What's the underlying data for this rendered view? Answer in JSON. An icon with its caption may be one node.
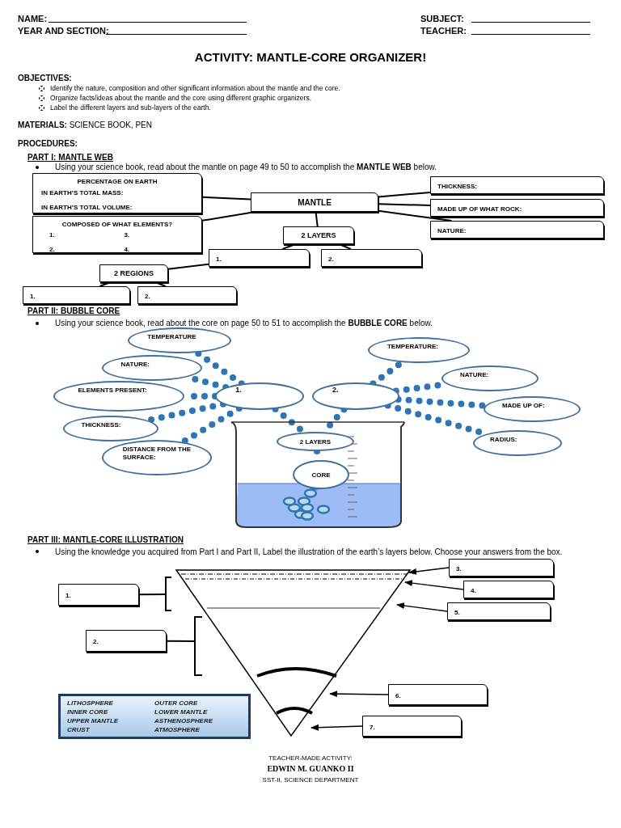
{
  "diagram": {
    "title": "ACTIVITY: MANTLE-CORE ORGANIZER!",
    "nodes": [
      {
        "text": [
          "PERCENTAGE ON EARTH",
          "IN EARTH’S TOTAL MASS:",
          "IN EARTH’S TOTAL VOLUME:"
        ]
      },
      {
        "text": [
          "COMPOSED OF WHAT ELEMENTS?",
          "1.",
          "3.",
          "2.",
          "4."
        ]
      },
      {
        "text": [
          "MANTLE"
        ]
      },
      {
        "text": [
          "THICKNESS:"
        ]
      },
      {
        "text": [
          "MADE UP OF WHAT ROCK:"
        ]
      },
      {
        "text": [
          "NATURE:"
        ]
      },
      {
        "text": [
          "2 LAYERS"
        ]
      },
      {
        "text": [
          "1."
        ]
      },
      {
        "text": [
          "2."
        ]
      },
      {
        "text": [
          "2 REGIONS"
        ]
      },
      {
        "text": [
          "1."
        ]
      },
      {
        "text": [
          "2."
        ]
      },
      {
        "text": [
          "TEMPERATURE"
        ]
      },
      {
        "text": [
          "NATURE:"
        ]
      },
      {
        "text": [
          "ELEMENTS PRESENT:"
        ]
      },
      {
        "text": [
          "THICKNESS:"
        ]
      },
      {
        "text": [
          "DISTANCE FROM THE SURFACE:"
        ]
      },
      {
        "text": [
          "1."
        ]
      },
      {
        "text": [
          "2."
        ]
      },
      {
        "text": [
          "TEMPERATURE:"
        ]
      },
      {
        "text": [
          "NATURE:"
        ]
      },
      {
        "text": [
          "MADE UP OF:"
        ]
      },
      {
        "text": [
          "RADIUS:"
        ]
      },
      {
        "text": [],
        "shape": "picture"
      },
      {
        "text": [
          "2 LAYERS"
        ],
        "in": 23
      },
      {
        "text": [
          "CORE"
        ],
        "in": 23
      },
      {
        "text": [
          "3."
        ]
      },
      {
        "text": [
          "1."
        ]
      },
      {
        "text": [
          "4."
        ]
      },
      {
        "text": [
          "5."
        ]
      },
      {
        "text": [
          "2."
        ]
      },
      {
        "text": [
          "6."
        ]
      },
      {
        "text": [
          "LITHOSPHERE",
          "OUTER CORE",
          "INNER CORE",
          "LOWER MANTLE",
          "UPPER MANTLE",
          "ASTHENOSPHERE",
          "CRUST",
          "ATMOSPHERE"
        ]
      },
      {
        "text": [
          "7."
        ]
      },
      {
        "text": [],
        "shape": "picture"
      }
    ],
    "edges": [
      {
        "from": 0,
        "to": 2,
        "arrow": "none"
      },
      {
        "from": 1,
        "to": 2,
        "arrow": "none"
      },
      {
        "from": 2,
        "to": 3,
        "arrow": "none"
      },
      {
        "from": 2,
        "to": 4,
        "arrow": "none"
      },
      {
        "from": 2,
        "to": 5,
        "arrow": "none"
      },
      {
        "from": 2,
        "to": 6,
        "arrow": "none"
      },
      {
        "from": 6,
        "to": 7,
        "arrow": "none"
      },
      {
        "from": 6,
        "to": 8,
        "arrow": "none"
      },
      {
        "from": 7,
        "to": 9,
        "arrow": "none"
      },
      {
        "from": 9,
        "to": 10,
        "arrow": "none"
      },
      {
        "from": 9,
        "to": 11,
        "arrow": "none"
      },
      {
        "from": 17,
        "to": 12,
        "arrow": "none",
        "style": "dashed",
        "color": "#2e75b6"
      },
      {
        "from": 17,
        "to": 13,
        "arrow": "none",
        "style": "dashed",
        "color": "#2e75b6"
      },
      {
        "from": 17,
        "to": 14,
        "arrow": "none",
        "style": "dashed",
        "color": "#2e75b6"
      },
      {
        "from": 17,
        "to": 15,
        "arrow": "none",
        "style": "dashed",
        "color": "#2e75b6"
      },
      {
        "from": 17,
        "to": 16,
        "arrow": "none",
        "style": "dashed",
        "color": "#2e75b6"
      },
      {
        "from": 18,
        "to": 19,
        "arrow": "none",
        "style": "dashed",
        "color": "#2e75b6"
      },
      {
        "from": 18,
        "to": 20,
        "arrow": "none",
        "style": "dashed",
        "color": "#2e75b6"
      },
      {
        "from": 18,
        "to": 21,
        "arrow": "none",
        "style": "dashed",
        "color": "#2e75b6"
      },
      {
        "from": 18,
        "to": 22,
        "arrow": "none",
        "style": "dashed",
        "color": "#2e75b6"
      },
      {
        "from": 17,
        "to": 24,
        "arrow": "none",
        "style": "dashed",
        "color": "#2e75b6"
      },
      {
        "from": 18,
        "to": 24,
        "arrow": "none",
        "style": "dashed",
        "color": "#2e75b6"
      },
      {
        "from": 24,
        "to": 25,
        "arrow": "none",
        "style": "dashed",
        "color": "#2e75b6"
      },
      {
        "from": 26,
        "to": 34,
        "arrow": "to"
      },
      {
        "from": 28,
        "to": 34,
        "arrow": "to"
      },
      {
        "from": 29,
        "to": 34,
        "arrow": "to"
      },
      {
        "from": 31,
        "to": 34,
        "arrow": "to"
      },
      {
        "from": 33,
        "to": 34,
        "arrow": "to"
      },
      {
        "from": 27,
        "to": null,
        "arrow": "none"
      },
      {
        "from": 30,
        "to": null,
        "arrow": "none"
      }
    ],
    "labels": [
      "NAME:",
      "SUBJECT:",
      "YEAR AND SECTION:",
      "TEACHER:",
      "OBJECTIVES:",
      "Identify the nature, composition and other significant information about the mantle and the core.",
      "Organize facts/ideas about the mantle and the core using different graphic organizers.",
      "Label the different layers and sub-layers of the earth.",
      "**MATERIALS:** SCIENCE BOOK, PEN",
      "PROCEDURES:",
      "PART I: MANTLE WEB",
      "Using your science book, read about the mantle on page 49 to 50 to accomplish the **MANTLE WEB** below.",
      "PART II: BUBBLE CORE",
      "Using your science book, read about the core on page 50 to 51 to accomplish the **BUBBLE CORE** below.",
      "PART III: MANTLE-CORE ILLUSTRATION",
      "Using the knowledge you acquired from Part I and Part II, Label the illustration of the earth’s layers below. Choose your answers from the box.",
      "TEACHER-MADE ACTIVITY:",
      "EDWIN M. GUANKO II",
      "SST-II, SCIENCE DEPARTMENT"
    ]
  }
}
